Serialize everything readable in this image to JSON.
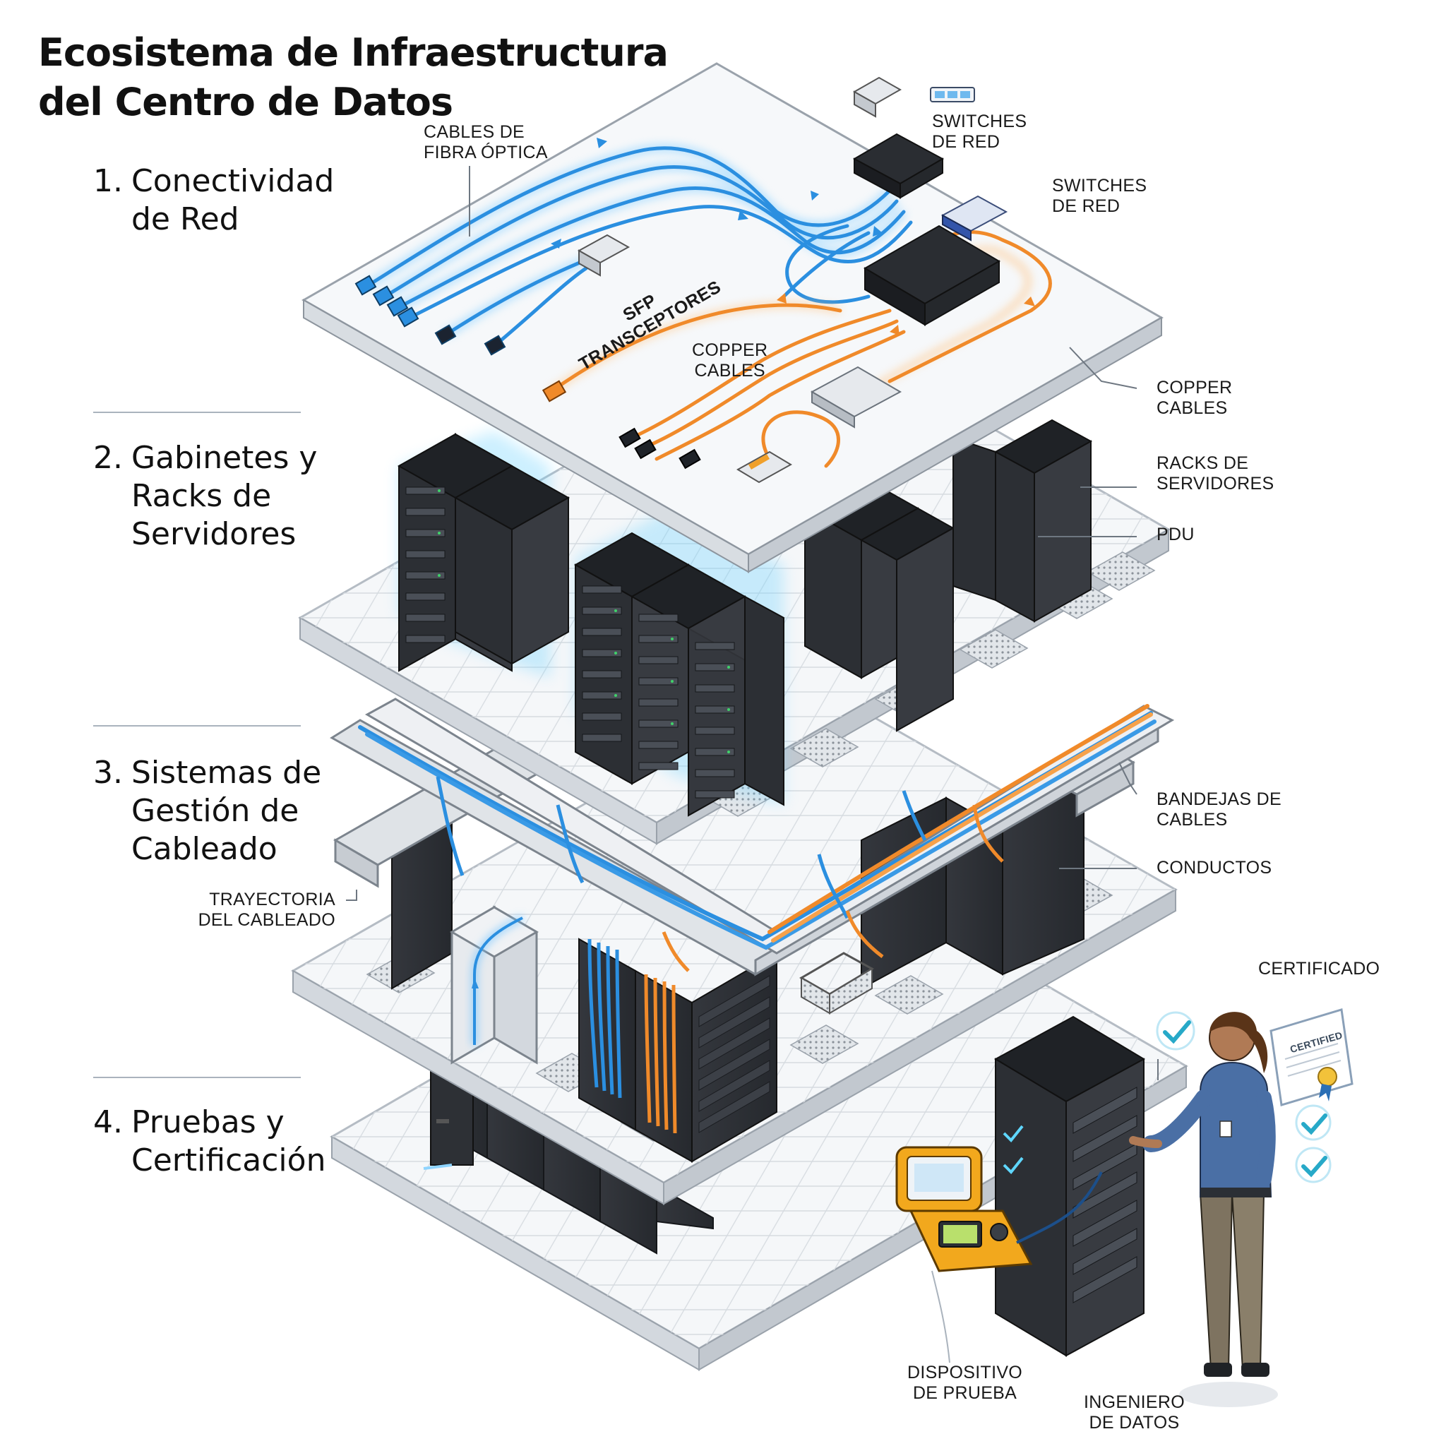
{
  "title": {
    "line1": "Ecosistema de Infraestructura",
    "line2": "del Centro de Datos"
  },
  "sections": [
    {
      "number": "1.",
      "line1": "Conectividad",
      "line2": "de Red",
      "line3": ""
    },
    {
      "number": "2.",
      "line1": "Gabinetes y",
      "line2": "Racks de",
      "line3": "Servidores"
    },
    {
      "number": "3.",
      "line1": "Sistemas de",
      "line2": "Gestión de",
      "line3": "Cableado"
    },
    {
      "number": "4.",
      "line1": "Pruebas y",
      "line2": "Certificación",
      "line3": ""
    }
  ],
  "callouts": {
    "fiber": {
      "line1": "CABLES DE",
      "line2": "FIBRA ÓPTICA"
    },
    "switches_top": {
      "line1": "SWITCHES",
      "line2": "DE RED"
    },
    "switches_right": {
      "line1": "SWITCHES",
      "line2": "DE RED"
    },
    "sfp": {
      "line1": "SFP",
      "line2": "TRANSCEPTORES"
    },
    "copper_center": {
      "line1": "COPPER",
      "line2": "CABLES"
    },
    "copper_right": {
      "line1": "COPPER",
      "line2": "CABLES"
    },
    "racks": {
      "line1": "RACKS DE",
      "line2": "SERVIDORES"
    },
    "pdu": {
      "line1": "PDU"
    },
    "trays": {
      "line1": "BANDEJAS DE",
      "line2": "CABLES"
    },
    "conduits": {
      "line1": "CONDUCTOS"
    },
    "pathway": {
      "line1": "TRAYECTORIA",
      "line2": "DEL CABLEADO"
    },
    "certificate": {
      "line1": "CERTIFICADO"
    },
    "certificate_text": "CERTIFIED",
    "test_device": {
      "line1": "DISPOSITIVO",
      "line2": "DE PRUEBA"
    },
    "engineer": {
      "line1": "INGENIERO",
      "line2": "DE DATOS"
    }
  },
  "colors": {
    "fiber": "#2b8fe0",
    "fiber_glow": "#9fd8ff",
    "copper": "#f08a2a",
    "rack": "#2b2e33",
    "rack_dark": "#1c1e22",
    "floor": "#f3f5f7",
    "tester": "#f2a81d",
    "check": "#27a9c8",
    "shirt": "#4a6fa5",
    "pants": "#7e7360"
  },
  "icons": [
    "checkmark-icon",
    "certificate-icon",
    "ribbon-icon"
  ]
}
